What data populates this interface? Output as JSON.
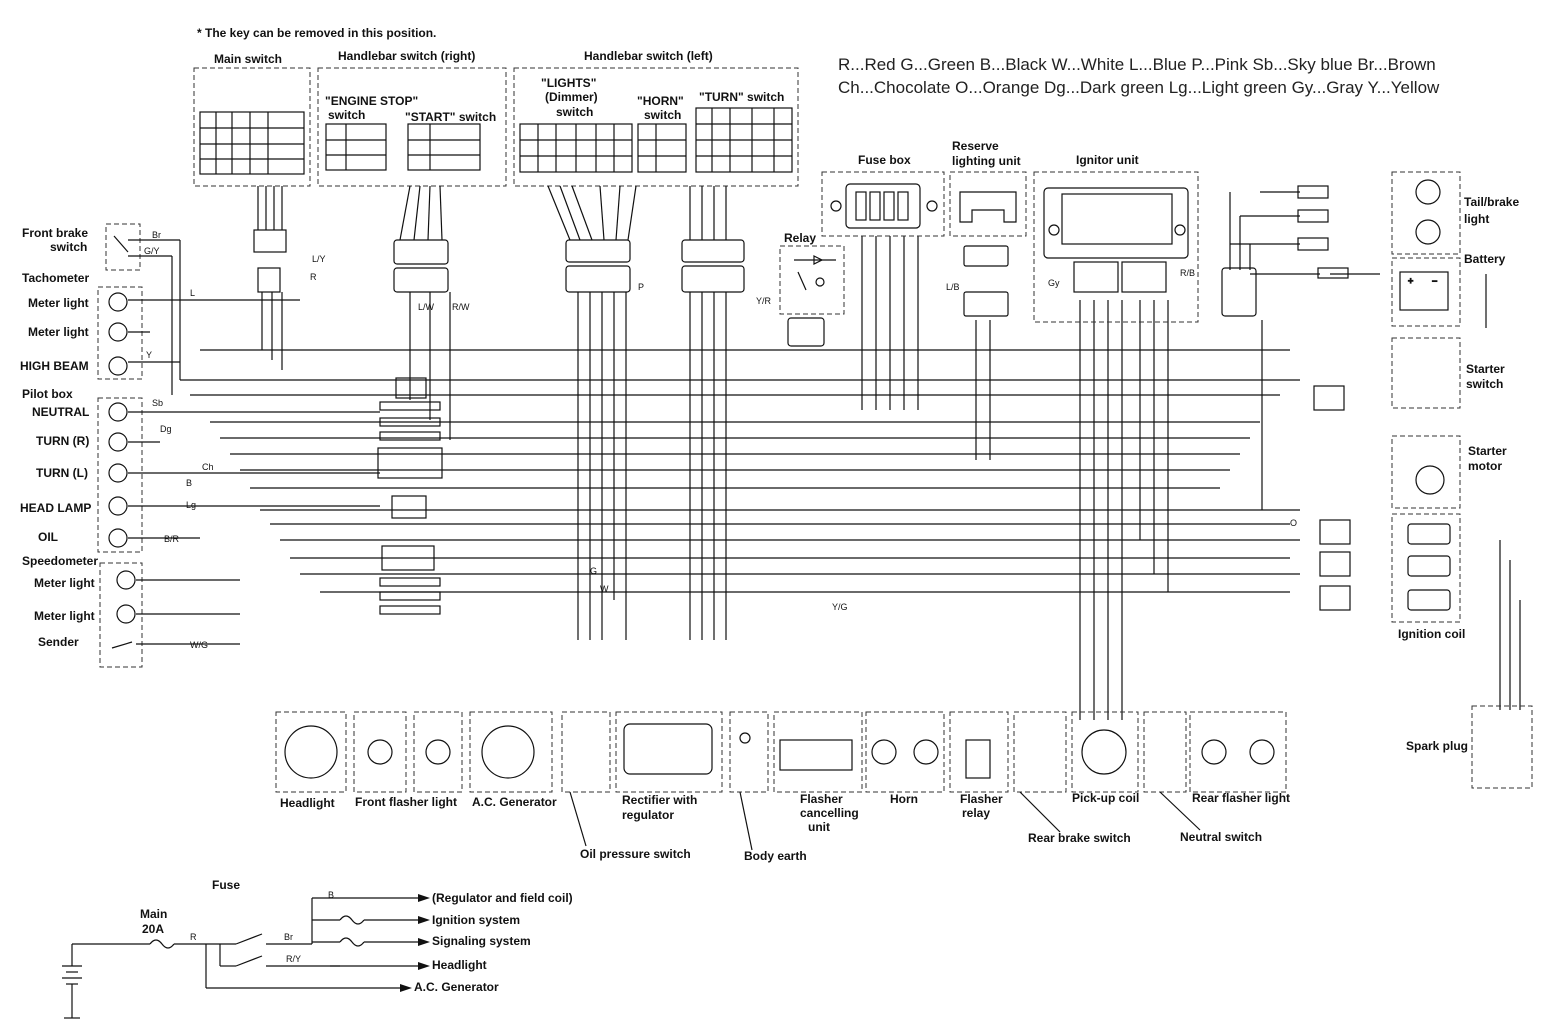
{
  "note": "* The key can be removed in this position.",
  "legend": {
    "line1": "R...Red   G...Green   B...Black   W...White   L...Blue   P...Pink   Sb...Sky blue   Br...Brown",
    "line2": "Ch...Chocolate   O...Orange   Dg...Dark green   Lg...Light green   Gy...Gray   Y...Yellow"
  },
  "switches": {
    "main": "Main switch",
    "hb_right": "Handlebar switch (right)",
    "hb_left": "Handlebar switch (left)",
    "engine_stop": "\"ENGINE STOP\"",
    "engine_stop2": "switch",
    "start": "\"START\" switch",
    "lights": "\"LIGHTS\"",
    "lights2": "(Dimmer)",
    "lights3": "switch",
    "horn": "\"HORN\"",
    "horn2": "switch",
    "turn": "\"TURN\" switch"
  },
  "left_labels": {
    "front_brake": "Front brake",
    "front_brake2": "switch",
    "tachometer": "Tachometer",
    "meter_light_1": "Meter light",
    "meter_light_2": "Meter light",
    "high_beam": "HIGH BEAM",
    "pilot_box": "Pilot box",
    "neutral": "NEUTRAL",
    "turn_r": "TURN (R)",
    "turn_l": "TURN (L)",
    "head_lamp": "HEAD LAMP",
    "oil": "OIL",
    "speedometer": "Speedometer",
    "meter_light_3": "Meter light",
    "meter_light_4": "Meter light",
    "sender": "Sender"
  },
  "top_right": {
    "fuse_box": "Fuse box",
    "reserve": "Reserve",
    "reserve2": "lighting unit",
    "ignitor": "Ignitor unit",
    "relay": "Relay",
    "tail_brake": "Tail/brake",
    "tail_brake2": "light",
    "battery": "Battery",
    "starter_switch": "Starter",
    "starter_switch2": "switch",
    "starter_motor": "Starter",
    "starter_motor2": "motor",
    "ignition_coil": "Ignition coil",
    "spark_plug": "Spark plug"
  },
  "bottom": {
    "headlight": "Headlight",
    "front_flasher": "Front flasher light",
    "ac_gen": "A.C. Generator",
    "rectifier": "Rectifier with",
    "rectifier2": "regulator",
    "flasher_cancel": "Flasher",
    "flasher_cancel2": "cancelling",
    "flasher_cancel3": "unit",
    "horn": "Horn",
    "flasher_relay": "Flasher",
    "flasher_relay2": "relay",
    "pickup": "Pick-up coil",
    "rear_flasher": "Rear flasher light",
    "oil_pressure": "Oil pressure switch",
    "body_earth": "Body earth",
    "rear_brake": "Rear brake switch",
    "neutral_switch": "Neutral switch"
  },
  "fuse_diagram": {
    "fuse": "Fuse",
    "main": "Main",
    "main_amp": "20A",
    "r": "R",
    "br": "Br",
    "ry": "R/Y",
    "b": "B",
    "regulator": "(Regulator and field coil)",
    "ignition": "Ignition system",
    "signaling": "Signaling system",
    "headlight": "Headlight",
    "ac_gen": "A.C. Generator"
  },
  "wire_codes": [
    "Br",
    "G/Y",
    "L",
    "Y",
    "Sb",
    "Dg",
    "Ch",
    "B",
    "Lg",
    "B/R",
    "W/G",
    "L/Y",
    "R",
    "L/W",
    "R/W",
    "R/B",
    "Gy",
    "O",
    "P",
    "G",
    "W",
    "Y/R",
    "Y/G",
    "L/B"
  ]
}
